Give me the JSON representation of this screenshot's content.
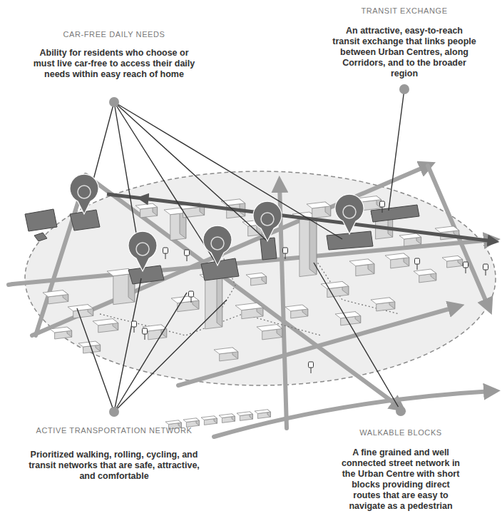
{
  "diagram": {
    "labels": [
      "CAR-FREE DAILY NEEDS",
      "Ability for residents who choose or must live car-free to access their daily needs within easy reach of home",
      "TRANSIT EXCHANGE",
      "An attractive, easy-to-reach transit exchange that links people between Urban Centres, along Corridors, and to the broader region",
      "ACTIVE TRANSPORTATION NETWORK",
      "Prioritized walking, rolling, cycling, and transit networks that are safe, attractive, and comfortable",
      "WALKABLE BLOCKS",
      "A fine grained and well connected street network in the Urban Centre with short blocks providing direct routes that are easy to navigate as a pedestrian"
    ]
  }
}
